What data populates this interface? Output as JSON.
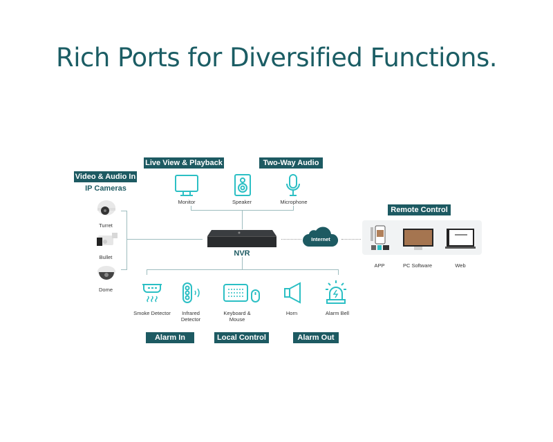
{
  "title": "Rich Ports for Diversified Functions.",
  "groups": {
    "video_in": "Video & Audio In",
    "live_view": "Live View & Playback",
    "two_way_audio": "Two-Way Audio",
    "remote_control": "Remote Control",
    "alarm_in": "Alarm In",
    "local_control": "Local Control",
    "alarm_out": "Alarm Out"
  },
  "ip_cameras": {
    "heading": "IP Cameras",
    "items": [
      "Turret",
      "Bullet",
      "Dome"
    ]
  },
  "outputs": [
    "Monitor",
    "Speaker",
    "Microphone"
  ],
  "nvr": "NVR",
  "internet": "Internet",
  "remote": [
    "APP",
    "PC Software",
    "Web"
  ],
  "peripherals": {
    "smoke": "Smoke Detector",
    "infrared": "Infrared Detector",
    "keyboard": "Keyboard & Mouse",
    "horn": "Horn",
    "alarm_bell": "Alarm Bell"
  },
  "colors": {
    "title": "#1b5d64",
    "tag": "#1d5a62",
    "icon": "#2bbfc4",
    "line": "#9dbcbe"
  }
}
